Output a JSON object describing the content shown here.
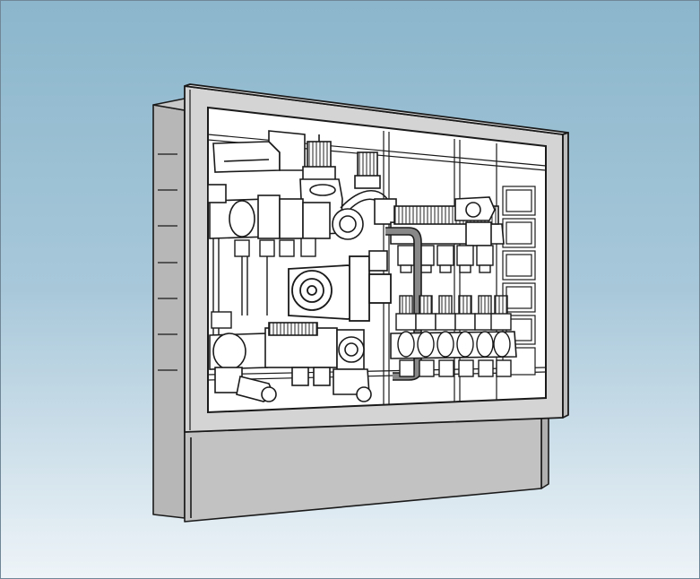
{
  "illustration": {
    "subject": "wall-mounted-manifold-cabinet",
    "background_colors": {
      "top": "#8bb6cc",
      "bottom": "#eef4f8"
    },
    "frame_color": "#d4d4d4",
    "side_color": "#b9b9b9",
    "interior_color": "#ffffff",
    "line_color": "#1a1a1a",
    "manifold_outlets": 6,
    "valves_per_bar": 6
  }
}
